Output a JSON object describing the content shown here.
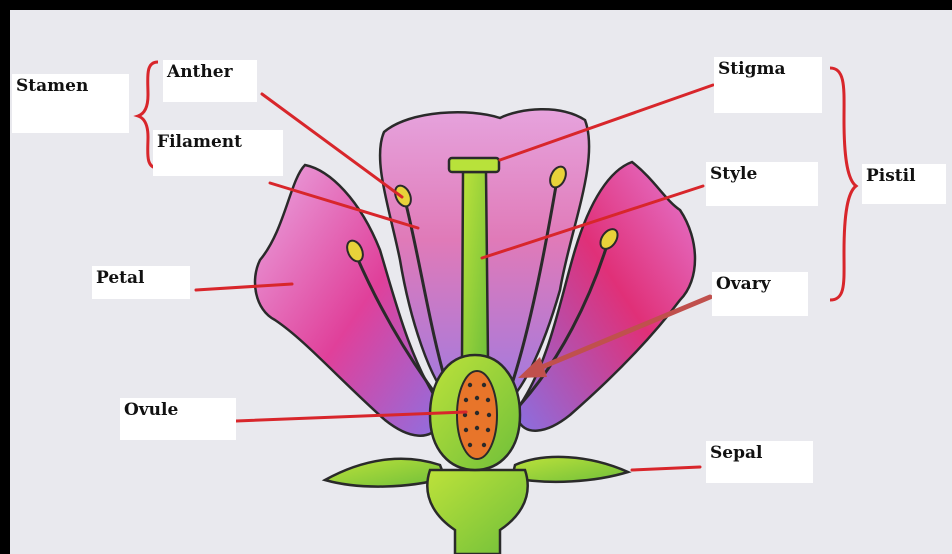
{
  "labels": {
    "stamen": "Stamen",
    "anther": "Anther",
    "filament": "Filament",
    "petal": "Petal",
    "ovule": "Ovule",
    "stigma": "Stigma",
    "style": "Style",
    "pistil": "Pistil",
    "ovary": "Ovary",
    "sepal": "Sepal"
  },
  "colors": {
    "leader_line": "#d8262b",
    "ovary_arrow": "#c0504d",
    "petal_pink": "#e98ad6",
    "petal_magenta": "#e0307a",
    "petal_violet": "#8d6fe0",
    "green": "#8fd13a",
    "ovary_fill": "#e8752a"
  }
}
